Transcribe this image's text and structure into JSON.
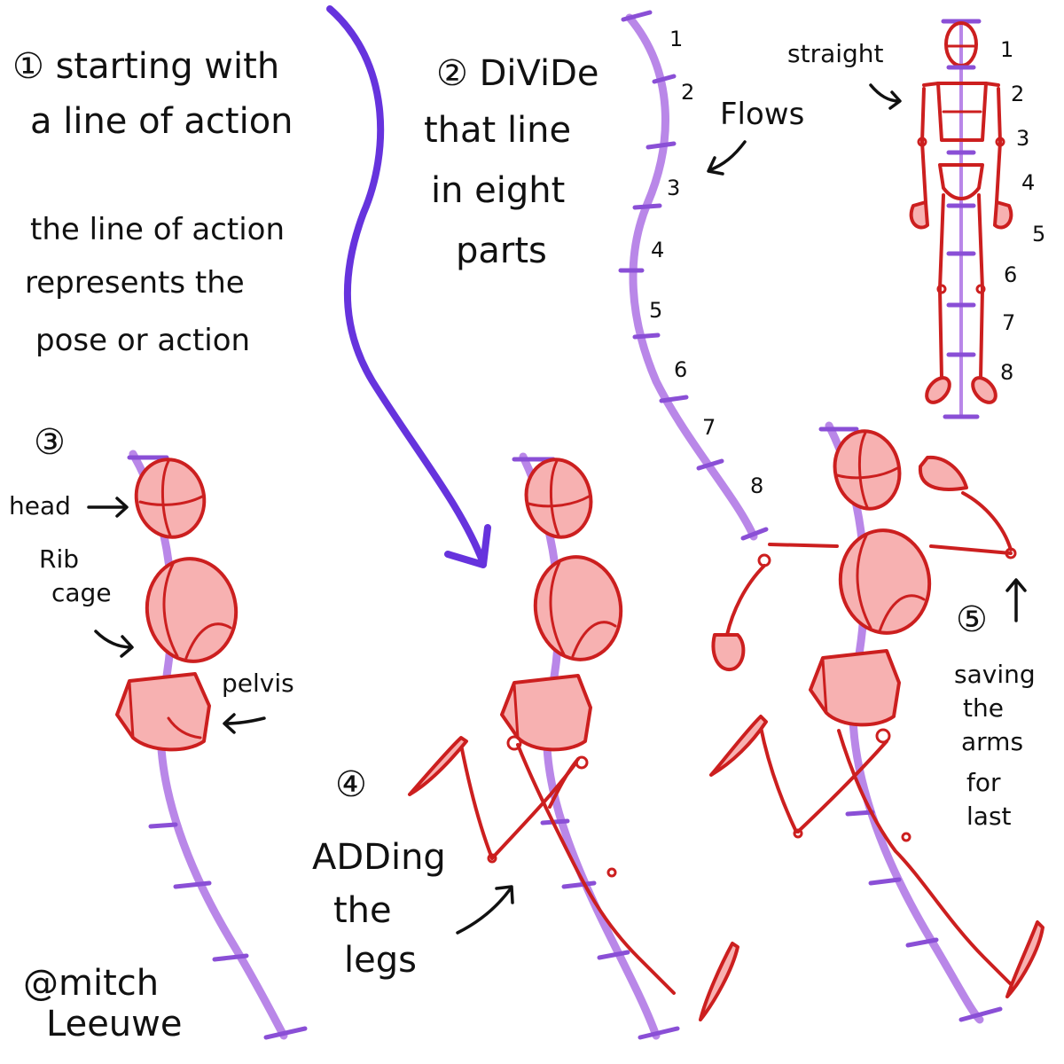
{
  "colors": {
    "background": "#ffffff",
    "ink": "#111111",
    "line_of_action": "#b987e8",
    "tick_purple": "#8a4fd6",
    "big_arrow": "#6633dd",
    "body_red": "#cc1f1f",
    "body_fill": "#f7b1b1"
  },
  "step1": {
    "line1": "① starting with",
    "line2": "a line of action"
  },
  "explanation": {
    "line1": "the line of action",
    "line2": "represents the",
    "line3": "pose or action"
  },
  "step2": {
    "line1": "② DiViDe",
    "line2": "that line",
    "line3": "in eight",
    "line4": "parts"
  },
  "flows_label": "Flows",
  "straight_label": "straight",
  "divisions": [
    "1",
    "2",
    "3",
    "4",
    "5",
    "6",
    "7",
    "8"
  ],
  "step3": {
    "number": "③",
    "head": "head",
    "rib1": "Rib",
    "rib2": "cage",
    "pelvis": "pelvis"
  },
  "step4": {
    "number": "④",
    "line1": "ADDing",
    "line2": "the",
    "line3": "legs"
  },
  "step5": {
    "number": "⑤",
    "line1": "saving",
    "line2": "the",
    "line3": "arms",
    "line4": "for",
    "line5": "last"
  },
  "credit": {
    "line1": "@mitch",
    "line2": "Leeuwe"
  },
  "icons": [
    "arrow-icon",
    "big-curved-arrow-icon"
  ]
}
